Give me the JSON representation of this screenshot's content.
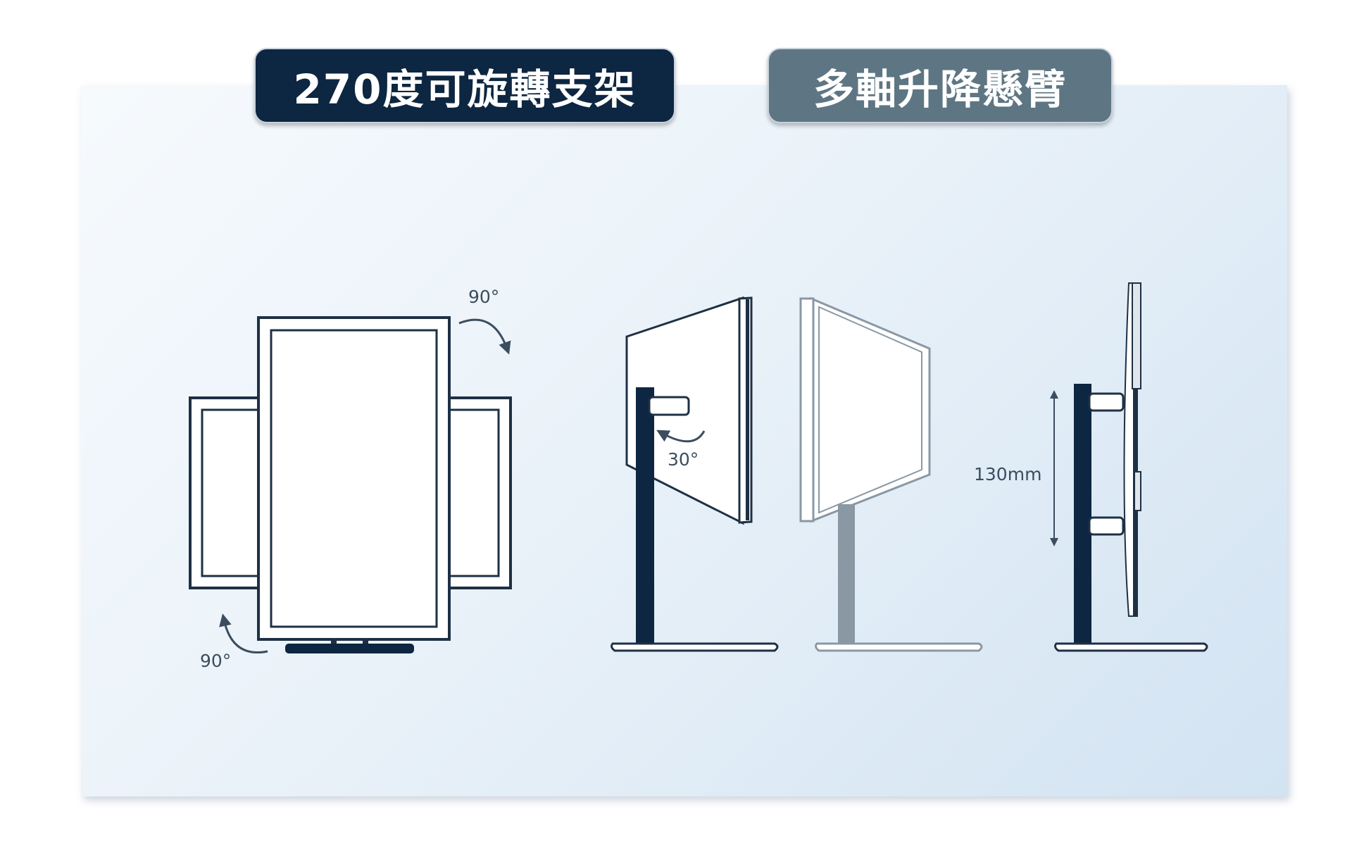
{
  "titles": {
    "rotate": "270度可旋轉支架",
    "arm": "多軸升降懸臂"
  },
  "labels": {
    "rotate_top": "90°",
    "rotate_bottom": "90°",
    "tilt": "30°",
    "height": "130mm"
  },
  "colors": {
    "navy": "#0d2641",
    "slate": "#5e7683",
    "outline": "#1e3044",
    "grey_outline": "#8a98a4"
  }
}
